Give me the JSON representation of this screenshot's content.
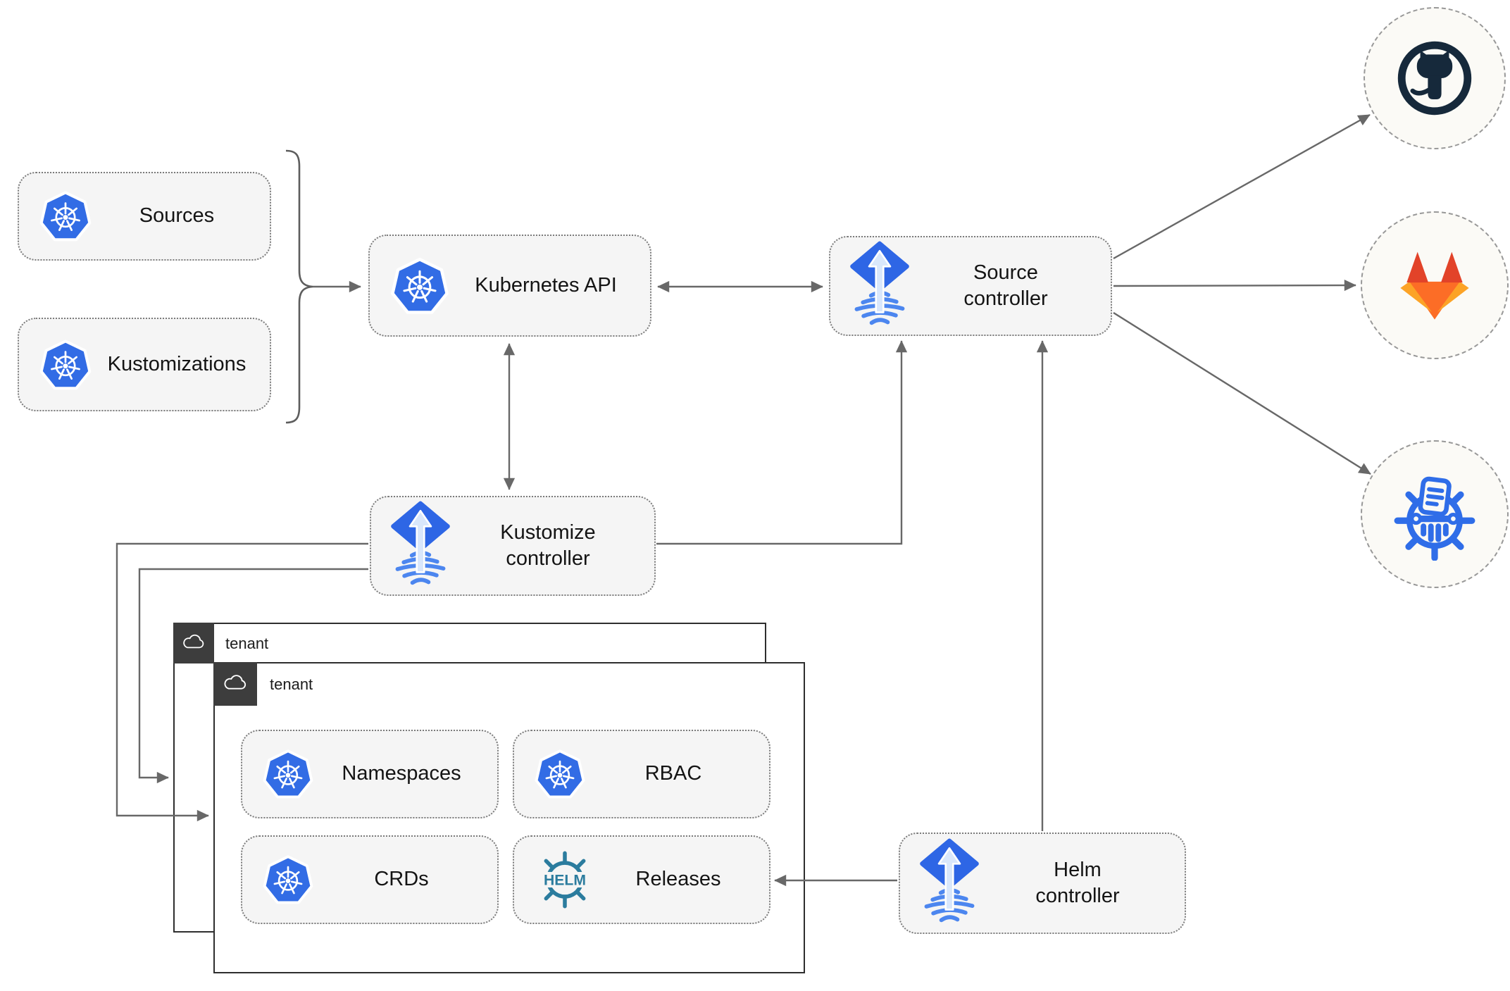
{
  "diagram": {
    "nodes": {
      "sources": {
        "label": "Sources",
        "icon": "kubernetes-icon"
      },
      "kustomizations": {
        "label": "Kustomizations",
        "icon": "kubernetes-icon"
      },
      "kubernetes_api": {
        "label": "Kubernetes API",
        "icon": "kubernetes-icon"
      },
      "source_controller": {
        "label": "Source\ncontroller",
        "icon": "flux-icon"
      },
      "kustomize_controller": {
        "label": "Kustomize\ncontroller",
        "icon": "flux-icon"
      },
      "helm_controller": {
        "label": "Helm\ncontroller",
        "icon": "flux-icon"
      },
      "namespaces": {
        "label": "Namespaces",
        "icon": "kubernetes-icon"
      },
      "rbac": {
        "label": "RBAC",
        "icon": "kubernetes-icon"
      },
      "crds": {
        "label": "CRDs",
        "icon": "kubernetes-icon"
      },
      "releases": {
        "label": "Releases",
        "icon": "helm-icon",
        "icon_text": "HELM"
      }
    },
    "groups": {
      "tenant_back": {
        "label": "tenant",
        "icon": "cloud-icon"
      },
      "tenant_front": {
        "label": "tenant",
        "icon": "cloud-icon"
      }
    },
    "endpoints": {
      "github": {
        "icon": "github-icon"
      },
      "gitlab": {
        "icon": "gitlab-icon"
      },
      "chartmuseum": {
        "icon": "chartmuseum-icon"
      }
    },
    "edges": [
      {
        "from": "sources+kustomizations",
        "to": "kubernetes_api",
        "style": "arrow"
      },
      {
        "from": "kubernetes_api",
        "to": "source_controller",
        "style": "double-arrow"
      },
      {
        "from": "kubernetes_api",
        "to": "kustomize_controller",
        "style": "double-arrow"
      },
      {
        "from": "kustomize_controller",
        "to": "source_controller",
        "style": "arrow"
      },
      {
        "from": "kustomize_controller",
        "to": "tenant_back",
        "style": "arrow"
      },
      {
        "from": "kustomize_controller",
        "to": "tenant_front",
        "style": "arrow"
      },
      {
        "from": "helm_controller",
        "to": "source_controller",
        "style": "arrow"
      },
      {
        "from": "helm_controller",
        "to": "releases",
        "style": "arrow"
      },
      {
        "from": "source_controller",
        "to": "github",
        "style": "arrow"
      },
      {
        "from": "source_controller",
        "to": "gitlab",
        "style": "arrow"
      },
      {
        "from": "source_controller",
        "to": "chartmuseum",
        "style": "arrow"
      }
    ],
    "colors": {
      "kubernetes_blue": "#326ce5",
      "flux_blue": "#2e66e5",
      "flux_arrow_light": "#d9e7fb",
      "flux_wave_blue": "#4c86ef",
      "helm_teal": "#2b7c9e",
      "github_dark": "#16293b",
      "gitlab_red": "#e24329",
      "gitlab_orange": "#fc6d26",
      "gitlab_amber": "#fca326",
      "chartmuseum_blue": "#2f6de8",
      "connector_gray": "#686868",
      "node_fill": "#f5f5f5",
      "tenant_header_dark": "#3d3d3d"
    }
  }
}
